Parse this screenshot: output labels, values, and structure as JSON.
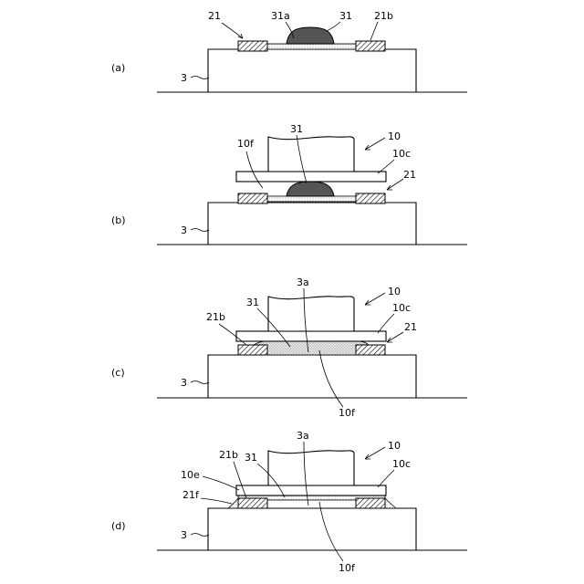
{
  "panels": [
    {
      "key": "a",
      "tag": "(a)",
      "labels": {
        "substrate": "3",
        "pad_left": "21",
        "adhesive_surface": "31a",
        "resin": "31",
        "pad_right": "21b"
      }
    },
    {
      "key": "b",
      "tag": "(b)",
      "labels": {
        "substrate": "3",
        "resin": "31",
        "chip": "10",
        "chip_face": "10f",
        "chip_side": "10c",
        "pad": "21"
      }
    },
    {
      "key": "c",
      "tag": "(c)",
      "labels": {
        "substrate": "3",
        "resin": "31",
        "surface": "3a",
        "chip": "10",
        "chip_side": "10c",
        "pad_left": "21b",
        "pad": "21",
        "chip_face": "10f"
      }
    },
    {
      "key": "d",
      "tag": "(d)",
      "labels": {
        "substrate": "3",
        "resin": "31",
        "surface": "3a",
        "chip": "10",
        "chip_side": "10c",
        "pad_left": "21b",
        "chip_edge": "10e",
        "fillet": "21f",
        "chip_face": "10f"
      }
    }
  ]
}
